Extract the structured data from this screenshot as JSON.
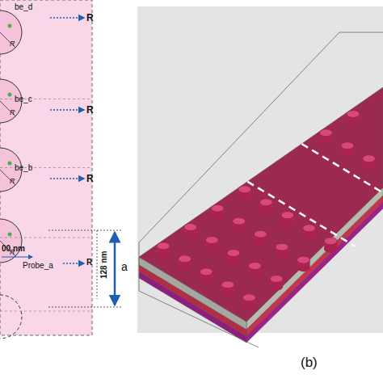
{
  "diagram": {
    "labels": [
      "be_d",
      "R",
      "R",
      "be_c",
      "R",
      "R",
      "be_b",
      "R",
      "R",
      "00 nm",
      "Probe_a",
      "R",
      "R",
      "128 nm",
      "a",
      "(b)"
    ]
  }
}
